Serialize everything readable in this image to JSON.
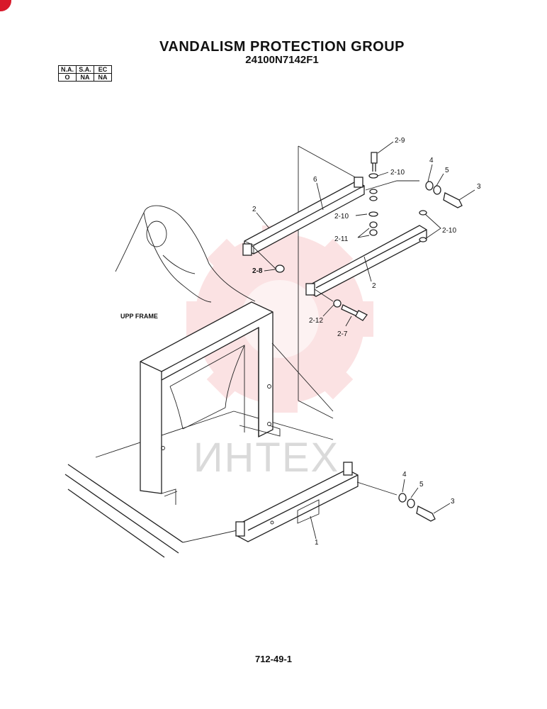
{
  "header": {
    "title": "VANDALISM PROTECTION GROUP",
    "part_number": "24100N7142F1"
  },
  "availability_table": {
    "headers": [
      "N.A.",
      "S.A.",
      "EC"
    ],
    "values": [
      "O",
      "NA",
      "NA"
    ]
  },
  "labels": {
    "upp_frame": "UPP FRAME",
    "watermark": "ИНТЕХ"
  },
  "callouts": {
    "c2_9": "2-9",
    "c2_10_a": "2-10",
    "c6": "6",
    "c4_top": "4",
    "c5_top": "5",
    "c3_top": "3",
    "c2_left": "2",
    "c2_10_b": "2-10",
    "c2_11": "2-11",
    "c2_10_c": "2-10",
    "c2_8": "2-8",
    "c2_right": "2",
    "c2_12": "2-12",
    "c2_7": "2-7",
    "c4_bottom": "4",
    "c5_bottom": "5",
    "c3_bottom": "3",
    "c1": "1"
  },
  "footer": {
    "page_number": "712-49-1"
  },
  "colors": {
    "watermark": "#e8262d",
    "corner_mark": "#d8192a"
  }
}
